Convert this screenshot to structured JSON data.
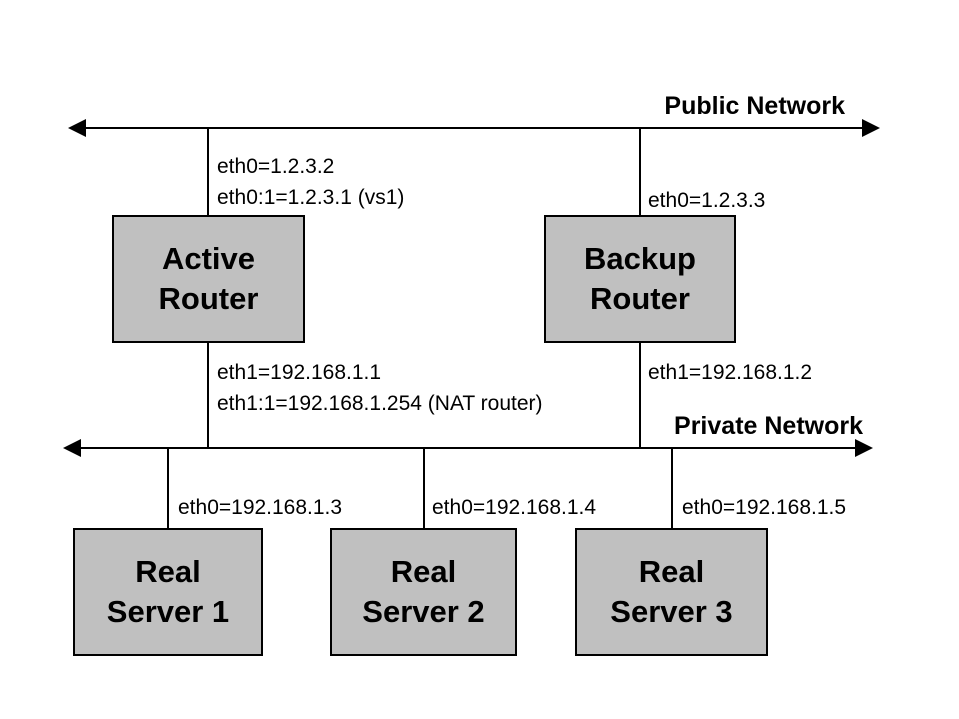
{
  "colors": {
    "box_fill": "#c0c0c0",
    "box_border": "#000000",
    "line": "#000000",
    "text": "#000000",
    "background": "#ffffff"
  },
  "networks": {
    "public": {
      "label": "Public Network"
    },
    "private": {
      "label": "Private Network"
    }
  },
  "nodes": {
    "active_router": {
      "label": "Active\nRouter"
    },
    "backup_router": {
      "label": "Backup\nRouter"
    },
    "real_server_1": {
      "label": "Real\nServer 1"
    },
    "real_server_2": {
      "label": "Real\nServer 2"
    },
    "real_server_3": {
      "label": "Real\nServer 3"
    }
  },
  "interfaces": {
    "active_router_public": [
      "eth0=1.2.3.2",
      "eth0:1=1.2.3.1 (vs1)"
    ],
    "backup_router_public": [
      "eth0=1.2.3.3"
    ],
    "active_router_private": [
      "eth1=192.168.1.1",
      "eth1:1=192.168.1.254 (NAT router)"
    ],
    "backup_router_private": [
      "eth1=192.168.1.2"
    ],
    "real_server_1": [
      "eth0=192.168.1.3"
    ],
    "real_server_2": [
      "eth0=192.168.1.4"
    ],
    "real_server_3": [
      "eth0=192.168.1.5"
    ]
  }
}
